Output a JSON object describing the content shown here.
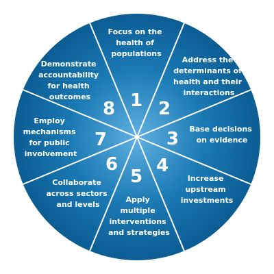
{
  "wheel": {
    "colors": {
      "outer": "#0b5d93",
      "mid": "#1a79b4",
      "inner": "#5fb0e0",
      "divider": "#ffffff"
    },
    "segments": [
      {
        "number": "1",
        "lines": [
          "Focus on the",
          "health of",
          "populations"
        ]
      },
      {
        "number": "2",
        "lines": [
          "Address the",
          "determinants of",
          "health and their",
          "interactions"
        ]
      },
      {
        "number": "3",
        "lines": [
          "Base decisions",
          "on evidence"
        ]
      },
      {
        "number": "4",
        "lines": [
          "Increase",
          "upstream",
          "investments"
        ]
      },
      {
        "number": "5",
        "lines": [
          "Apply",
          "multiple",
          "interventions",
          "and strategies"
        ]
      },
      {
        "number": "6",
        "lines": [
          "Collaborate",
          "across sectors",
          "and levels"
        ]
      },
      {
        "number": "7",
        "lines": [
          "Employ",
          "mechanisms",
          "for public",
          "involvement"
        ]
      },
      {
        "number": "8",
        "lines": [
          "Demonstrate",
          "accountability",
          "for  health",
          "outcomes"
        ]
      }
    ]
  }
}
